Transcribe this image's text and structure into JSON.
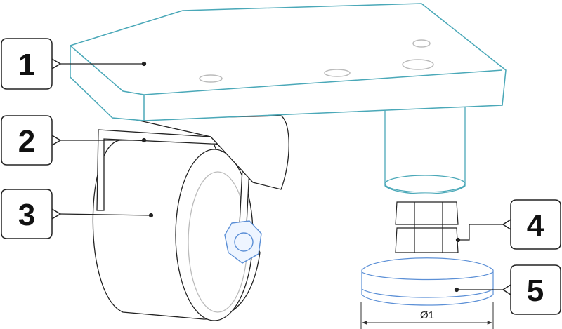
{
  "callouts": [
    {
      "number": "1"
    },
    {
      "number": "2"
    },
    {
      "number": "3"
    },
    {
      "number": "4"
    },
    {
      "number": "5"
    }
  ],
  "dimension": {
    "label": "Ø1"
  },
  "colors": {
    "highlight": "#4aa8b8",
    "foot": "#5b8fd6",
    "outline": "#222222"
  }
}
